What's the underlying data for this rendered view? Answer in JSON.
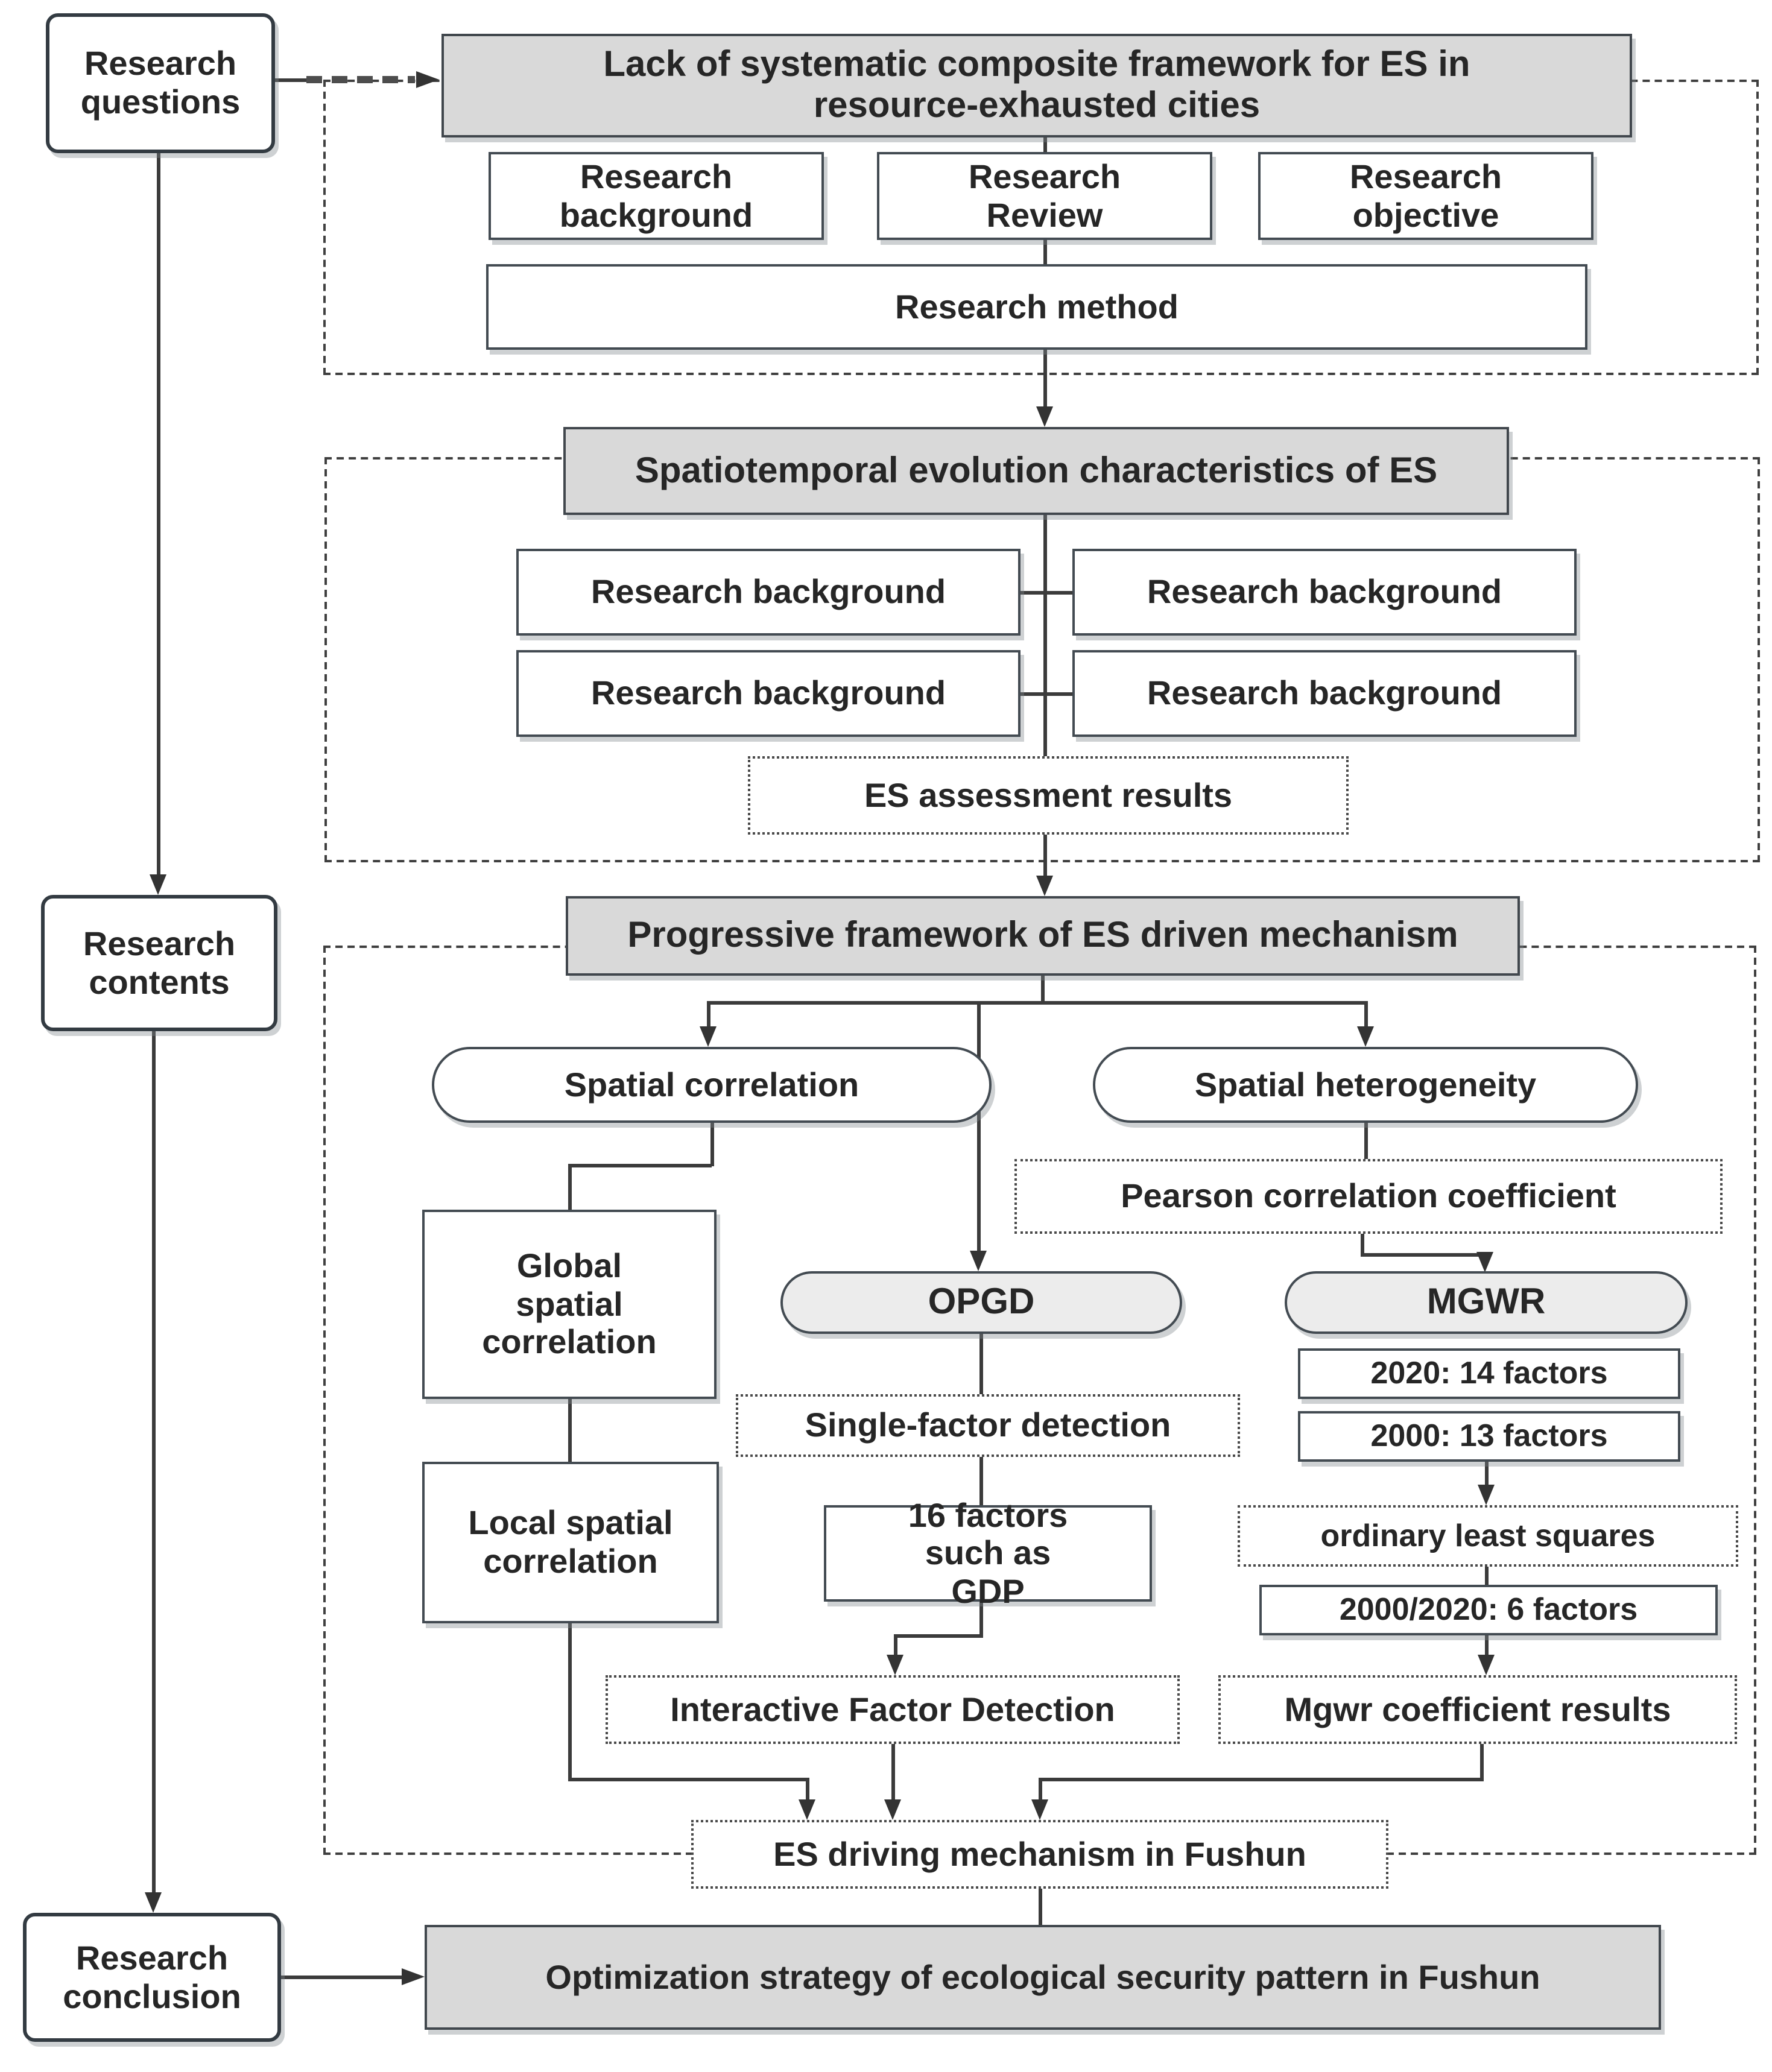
{
  "left": {
    "questions": "Research questions",
    "contents": "Research contents",
    "conclusion": "Research conclusion"
  },
  "g1": {
    "header": "Lack of systematic composite framework for ES in resource-exhausted cities",
    "boxes": [
      "Research background",
      "Research Review",
      "Research objective"
    ],
    "method": "Research method"
  },
  "g2": {
    "header": "Spatiotemporal evolution characteristics of ES",
    "boxes": [
      "Research background",
      "Research background",
      "Research background",
      "Research background"
    ],
    "result": "ES assessment results"
  },
  "g3": {
    "header": "Progressive framework of ES driven mechanism",
    "spatial_correlation": "Spatial correlation",
    "spatial_heterogeneity": "Spatial heterogeneity",
    "pearson": "Pearson correlation coefficient",
    "opgd": "OPGD",
    "mgwr": "MGWR",
    "global_spatial": "Global spatial correlation",
    "local_spatial": "Local spatial correlation",
    "single_factor": "Single-factor detection",
    "factors16": "16 factors such as GDP",
    "f2020": "2020: 14 factors",
    "f2000": "2000: 13 factors",
    "ols": "ordinary least squares",
    "f_combined": "2000/2020: 6 factors",
    "interactive": "Interactive Factor Detection",
    "mgwr_results": "Mgwr coefficient results",
    "es_driving": "ES driving mechanism in Fushun"
  },
  "conclusion_bar": "Optimization strategy of ecological security pattern in Fushun",
  "colors": {
    "header_fill": "#d9d9d9",
    "pill_fill": "#ececec",
    "border": "#434b52",
    "line": "#3b3b3b",
    "text": "#262626"
  }
}
